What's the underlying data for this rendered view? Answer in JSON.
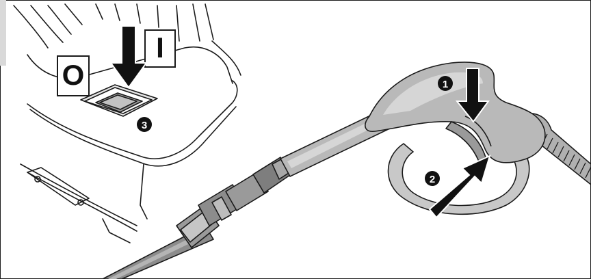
{
  "symbols": {
    "off_label": "O",
    "on_label": "I"
  },
  "steps": {
    "step_1": "1",
    "step_2": "2",
    "step_3": "3"
  },
  "colors": {
    "line": "#1a1a1a",
    "device_fill": "#ffffff",
    "shade": "#c8c8c8",
    "shade_dark": "#8c8c8c",
    "gun_fill": "#b9b9b9",
    "gun_light": "#d6d6d6",
    "arrow": "#111111",
    "corner_tab": "#d9d9d9"
  }
}
